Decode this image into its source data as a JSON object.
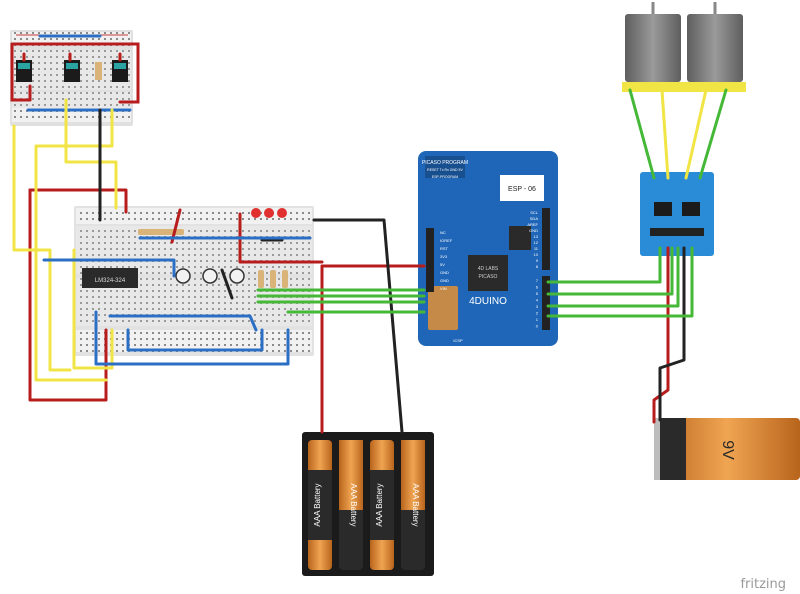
{
  "watermark": "fritzing",
  "labels": {
    "opamp_chip": "LM324-324",
    "board_name": "4DUINO",
    "board_top_label": "PICASO PROGRAM",
    "board_top_sublabel": "RESET Tx Rx GND 5V",
    "esp_module": "ESP - 06",
    "mcu_brand": "4D LABS",
    "mcu_chip": "PICASO",
    "bottom_label": "ICSP",
    "bottom_sublabel": "ESP-PROGRAM",
    "battery_cell": "AAA Battery",
    "battery_9v": "9V",
    "left_header": [
      "NC",
      "IOREF",
      "RST",
      "3V3",
      "5V",
      "GND",
      "GND",
      "VIN"
    ],
    "right_header": [
      "SCL",
      "SDA",
      "AREF",
      "GND",
      "13",
      "12",
      "11",
      "10",
      "9",
      "8"
    ],
    "right_header_low": [
      "7",
      "6",
      "5",
      "4",
      "3",
      "2",
      "1",
      "0"
    ]
  },
  "colors": {
    "red_wire": "#b81d1d",
    "yellow_wire": "#f1e545",
    "blue_wire": "#2b6fc4",
    "green_wire": "#45b838",
    "black_wire": "#222222",
    "board_blue": "#1f66b8",
    "driver_blue": "#2a8bd6",
    "breadboard": "#e6e6e6",
    "motor_gray": "#7d7d7d",
    "battery_orange": "#d77c2a"
  }
}
